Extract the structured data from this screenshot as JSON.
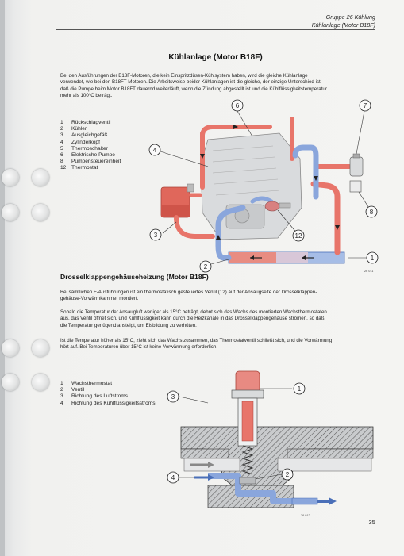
{
  "header": {
    "group": "Gruppe 26 Kühlung",
    "subtitle": "Kühlanlage (Motor B18F)"
  },
  "title": "Kühlanlage (Motor B18F)",
  "intro_lines": [
    "Bei den Ausführungen der B18F-Motoren, die kein Einspritzdüsen-Kühlsystem haben, wird die gleiche Kühlanlage",
    "verwendet, wie bei den B18FT-Motoren. Die Arbeitsweise beider Kühlanlagen ist die gleiche, der einzige Unterschied ist,",
    "daß die Pumpe beim Motor B18FT dauernd weiterläuft, wenn die Zündung abgestellt ist und die Kühlflüssigkeitstemperatur",
    "mehr als 100°C beträgt."
  ],
  "legend1": [
    {
      "num": "1",
      "label": "Rückschlagventil"
    },
    {
      "num": "2",
      "label": "Kühler"
    },
    {
      "num": "3",
      "label": "Ausgleichgefäß"
    },
    {
      "num": "4",
      "label": "Zylinderkopf"
    },
    {
      "num": "5",
      "label": "Thermoschalter"
    },
    {
      "num": "6",
      "label": "Elektrische Pumpe"
    },
    {
      "num": "8",
      "label": "Pumpensteuereinheit"
    },
    {
      "num": "12",
      "label": "Thermostat"
    }
  ],
  "diagram1": {
    "callouts": [
      "1",
      "2",
      "3",
      "4",
      "6",
      "7",
      "8",
      "12"
    ],
    "code": "26 011"
  },
  "section2_title": "Drosselklappengehäuseheizung (Motor B18F)",
  "para2_lines": [
    "Bei sämtlichen F-Ausführungen ist ein thermostatisch gesteuertes Ventil (12) auf der Ansaugseite der Drosselklappen-",
    "gehäuse-Vorwärmkammer montiert."
  ],
  "para3_lines": [
    "Sobald die Temperatur der Ansaugluft weniger als 15°C beträgt, dehnt sich das Wachs des montierten Wachsthermostaten",
    "aus, das Ventil öffnet sich, und Kühlflüssigkeit kann durch die Heizkanäle in das Drosselklappengehäuse strömen, so daß",
    "die Temperatur genügend ansteigt, um Eisbildung zu verhüten."
  ],
  "para4_lines": [
    "Ist die Temperatur höher als 15°C, zieht sich das Wachs zusammen, das Thermostatventil schließt sich, und die Vorwärmung",
    "hört auf. Bei Temperaturen über 15°C ist keine Vorwärmung erforderlich."
  ],
  "legend2": [
    {
      "num": "1",
      "label": "Wachsthermostat"
    },
    {
      "num": "2",
      "label": "Ventil"
    },
    {
      "num": "3",
      "label": "Richtung des Luftstroms"
    },
    {
      "num": "4",
      "label": "Richtung des Kühlflüssigkeitsstroms"
    }
  ],
  "diagram2": {
    "callouts": [
      "1",
      "2",
      "3",
      "4"
    ],
    "code": "26 012"
  },
  "page_number": "35",
  "colors": {
    "hot": "#e8756a",
    "hot_dark": "#c94a40",
    "cold": "#7f9fd8",
    "cold_dark": "#4a6fb8",
    "engine": "#d8dadc",
    "text": "#222222"
  }
}
